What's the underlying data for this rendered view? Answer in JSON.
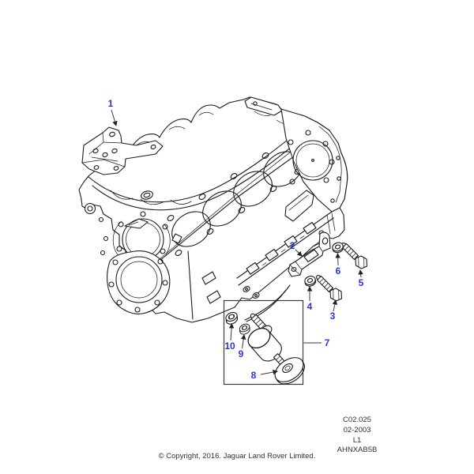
{
  "callouts": [
    {
      "label": "1"
    },
    {
      "label": "2"
    },
    {
      "label": "3"
    },
    {
      "label": "4"
    },
    {
      "label": "5"
    },
    {
      "label": "6"
    },
    {
      "label": "7"
    },
    {
      "label": "8"
    },
    {
      "label": "9"
    },
    {
      "label": "10"
    }
  ],
  "info_block": {
    "drawing_number": "C02.025",
    "date": "02-2003",
    "sheet": "L1",
    "code": "AHNXAB5B"
  },
  "footer": {
    "copyright": "© Copyright, 2016. Jaguar Land Rover Limited."
  },
  "colors": {
    "callout_blue": "#2936d4",
    "line_ink": "#1c1c1c"
  }
}
